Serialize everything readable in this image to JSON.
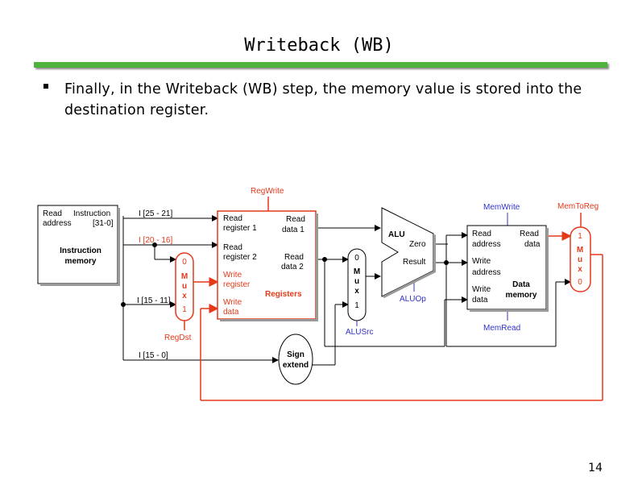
{
  "slide": {
    "title": "Writeback (WB)",
    "bullet": "Finally, in the Writeback (WB) step, the memory value is stored into the destination register.",
    "page_number": "14"
  },
  "instruction_memory": {
    "read_address_1": "Read",
    "read_address_2": "address",
    "instruction_1": "Instruction",
    "instruction_2": "[31-0]",
    "title_1": "Instruction",
    "title_2": "memory"
  },
  "fields": {
    "rs": "I [25 - 21]",
    "rt": "I [20 - 16]",
    "rd": "I [15 - 11]",
    "imm": "I [15 - 0]"
  },
  "registers": {
    "read_register_1": [
      "Read",
      "register 1"
    ],
    "read_register_2": [
      "Read",
      "register 2"
    ],
    "write_register": [
      "Write",
      "register"
    ],
    "write_data": [
      "Write",
      "data"
    ],
    "read_data_1": [
      "Read",
      "data 1"
    ],
    "read_data_2": [
      "Read",
      "data 2"
    ],
    "title": "Registers"
  },
  "control": {
    "regwrite": "RegWrite",
    "regdst": "RegDst",
    "alusrc": "ALUSrc",
    "aluop": "ALUOp",
    "memwrite": "MemWrite",
    "memread": "MemRead",
    "memtoreg": "MemToReg"
  },
  "muxes": {
    "regdst": {
      "top": "0",
      "label": [
        "M",
        "u",
        "x"
      ],
      "bottom": "1"
    },
    "alusrc": {
      "top": "0",
      "label": [
        "M",
        "u",
        "x"
      ],
      "bottom": "1"
    },
    "memtoreg": {
      "top": "1",
      "label": [
        "M",
        "u",
        "x"
      ],
      "bottom": "0"
    }
  },
  "alu": {
    "title": "ALU",
    "zero": "Zero",
    "result": "Result"
  },
  "sign_extend": [
    "Sign",
    "extend"
  ],
  "data_memory": {
    "read_address": [
      "Read",
      "address"
    ],
    "write_address": [
      "Write",
      "address"
    ],
    "write_data": [
      "Write",
      "data"
    ],
    "read_data": [
      "Read",
      "data"
    ],
    "title": [
      "Data",
      "memory"
    ]
  },
  "colors": {
    "accent_rule": "#4db33d",
    "active_path": "#e5391a",
    "control_inactive": "#3333cc",
    "datapath": "#000000"
  }
}
